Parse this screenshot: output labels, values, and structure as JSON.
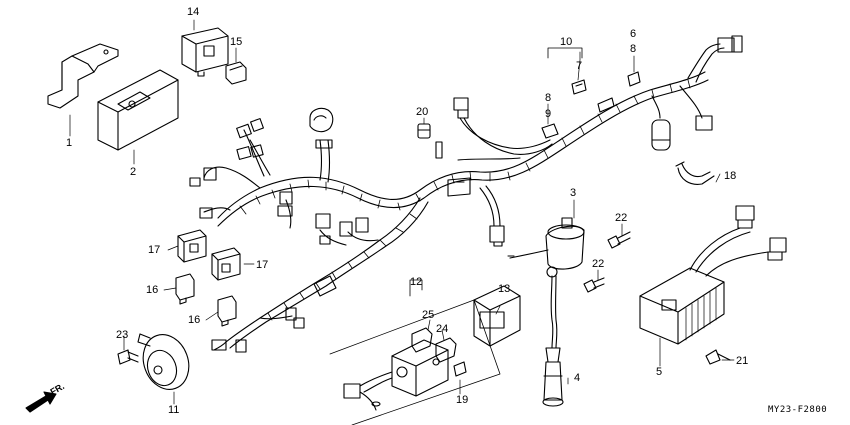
{
  "diagram": {
    "code": "MY23-F2800",
    "direction_label": "FR.",
    "part_numbers": [
      "1",
      "2",
      "3",
      "4",
      "5",
      "6",
      "7",
      "8",
      "8",
      "9",
      "10",
      "11",
      "12",
      "13",
      "14",
      "15",
      "16",
      "16",
      "17",
      "17",
      "18",
      "19",
      "20",
      "21",
      "22",
      "22",
      "23",
      "24",
      "25"
    ]
  },
  "colors": {
    "line": "#000000",
    "background": "#ffffff"
  }
}
